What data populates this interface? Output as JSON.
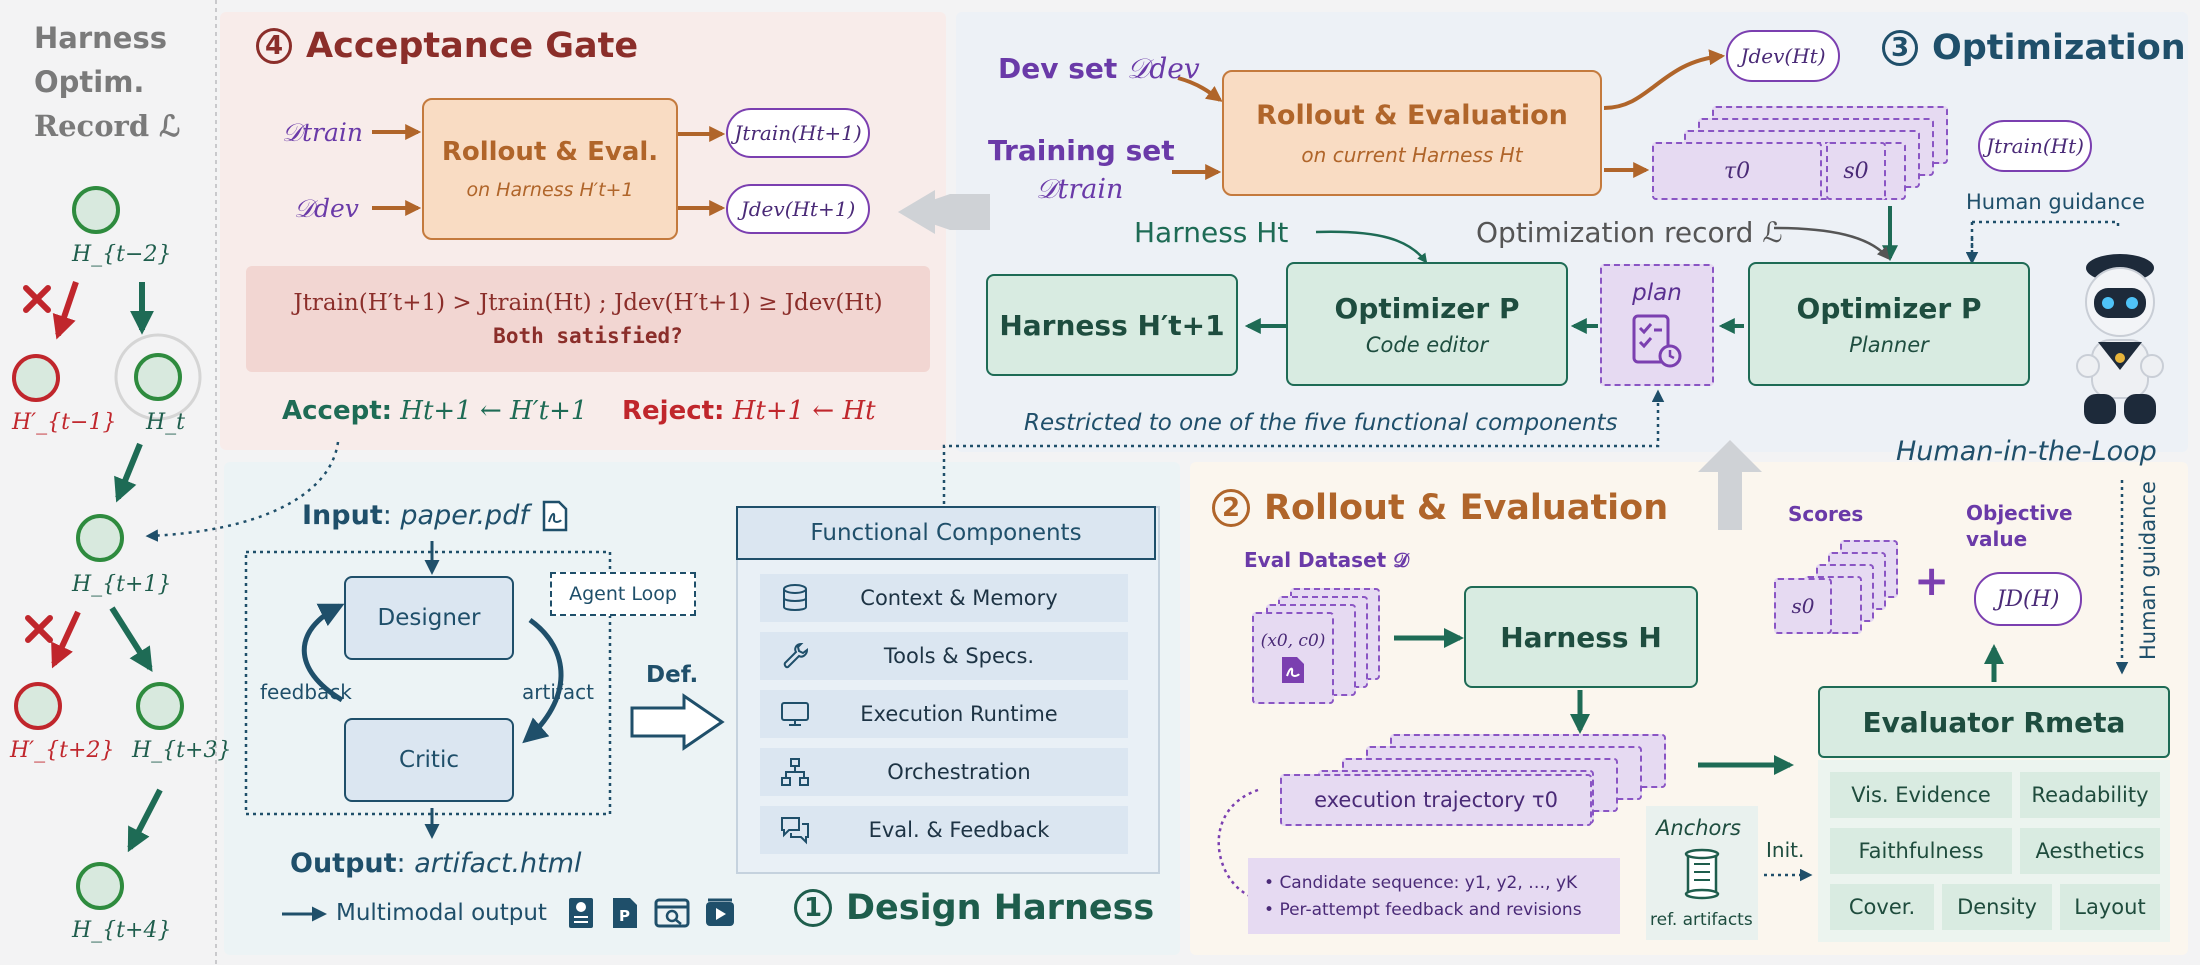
{
  "record": {
    "line1": "Harness",
    "line2": "Optim.",
    "line3": "Record ℒ"
  },
  "tree": {
    "n1": "H_{t−2}",
    "n2": "H′_{t−1}",
    "n3": "H_t",
    "n4": "H_{t+1}",
    "n5": "H′_{t+2}",
    "n6": "H_{t+3}",
    "n7": "H_{t+4}"
  },
  "gate": {
    "num": "4",
    "title": "Acceptance Gate",
    "in_train": "𝒟train",
    "in_dev": "𝒟dev",
    "box_title": "Rollout & Eval.",
    "box_sub": "on Harness H′t+1",
    "out_train": "Jtrain(Ht+1)",
    "out_dev": "Jdev(Ht+1)",
    "condition": "Jtrain(H′t+1) > Jtrain(Ht) ; Jdev(H′t+1) ≥ Jdev(Ht)",
    "question": "Both satisfied?",
    "accept_label": "Accept:",
    "accept_expr": "Ht+1 ← H′t+1",
    "reject_label": "Reject:",
    "reject_expr": "Ht+1 ← Ht"
  },
  "opt": {
    "num": "3",
    "title": "Optimization",
    "dev_set": "Dev set",
    "dev_sym": "𝒟dev",
    "train_set": "Training set",
    "train_sym": "𝒟train",
    "rollout_title": "Rollout & Evaluation",
    "rollout_sub": "on current Harness Ht",
    "jdev": "Jdev(Ht)",
    "jtrain": "Jtrain(Ht)",
    "tau": "τ0",
    "s": "s0",
    "harness_in": "Harness Ht",
    "opt_record": "Optimization record ℒ",
    "human_guidance": "Human guidance",
    "harness_new": "Harness H′t+1",
    "code_title": "Optimizer P",
    "code_sub": "Code editor",
    "plan": "plan",
    "planner_title": "Optimizer P",
    "planner_sub": "Planner",
    "restrict": "Restricted to one of the five functional components",
    "hitl": "Human-in-the-Loop"
  },
  "design": {
    "input_label": "Input",
    "input_file": "paper.pdf",
    "designer": "Designer",
    "critic": "Critic",
    "agent_loop": "Agent Loop",
    "feedback": "feedback",
    "artifact": "artifact",
    "output_label": "Output",
    "output_file": "artifact.html",
    "def": "Def.",
    "multimodal": "Multimodal output",
    "num": "1",
    "title": "Design Harness"
  },
  "functional": {
    "header": "Functional Components",
    "items": [
      "Context & Memory",
      "Tools & Specs.",
      "Execution Runtime",
      "Orchestration",
      "Eval. & Feedback"
    ]
  },
  "rollout": {
    "num": "2",
    "title": "Rollout & Evaluation",
    "eval_dataset": "Eval Dataset 𝒟",
    "sample": "(x0, c0)",
    "harness": "Harness H",
    "trajectory": "execution trajectory τ0",
    "scores": "Scores",
    "s": "s0",
    "plus": "+",
    "objective": "Objective value",
    "jd": "JD(H)",
    "human_guidance": "Human guidance",
    "evaluator": "Evaluator Rmeta",
    "metrics": [
      "Vis. Evidence",
      "Readability",
      "Faithfulness",
      "Aesthetics",
      "Cover.",
      "Density",
      "Layout"
    ],
    "anchors": "Anchors",
    "init": "Init.",
    "ref": "ref. artifacts",
    "bullets": [
      "Candidate sequence: y1, y2, …, yK",
      "Per-attempt feedback and revisions"
    ]
  }
}
